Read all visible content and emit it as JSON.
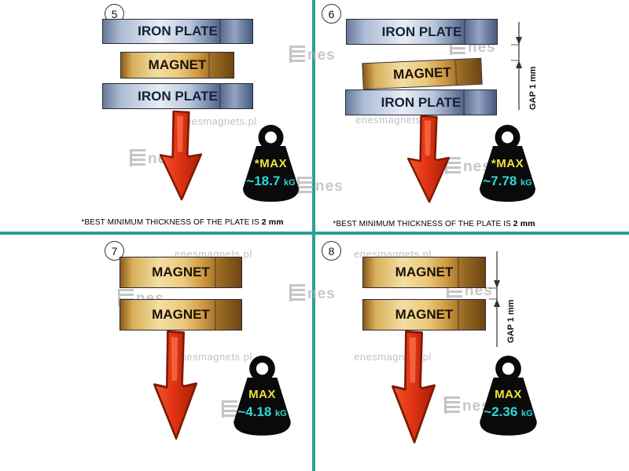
{
  "watermark": {
    "url": "enesmagnets.pl",
    "logo_suffix": "nes"
  },
  "colors": {
    "divider": "#2aa094",
    "arrow": "#e23314",
    "iron_plate": "#9fb2cc",
    "magnet": "#d9a94e",
    "max_label": "#efe23a",
    "value_text": "#2fd8d8",
    "weight_body": "#0a0a0a"
  },
  "panels": [
    {
      "number": "5",
      "layers": [
        "IRON PLATE",
        "MAGNET",
        "IRON PLATE"
      ],
      "weight_max": "*MAX",
      "weight_value": "~18.7",
      "weight_unit": "kG",
      "footnote_text": "*BEST MINIMUM THICKNESS OF THE PLATE IS",
      "footnote_bold": "2 mm"
    },
    {
      "number": "6",
      "layers": [
        "IRON PLATE",
        "MAGNET",
        "IRON PLATE"
      ],
      "gap_label": "GAP 1 mm",
      "weight_max": "*MAX",
      "weight_value": "~7.78",
      "weight_unit": "kG",
      "footnote_text": "*BEST MINIMUM THICKNESS OF THE PLATE IS",
      "footnote_bold": "2 mm"
    },
    {
      "number": "7",
      "layers": [
        "MAGNET",
        "MAGNET"
      ],
      "weight_max": "MAX",
      "weight_value": "~4.18",
      "weight_unit": "kG"
    },
    {
      "number": "8",
      "layers": [
        "MAGNET",
        "MAGNET"
      ],
      "gap_label": "GAP 1 mm",
      "weight_max": "MAX",
      "weight_value": "~2.36",
      "weight_unit": "kG"
    }
  ]
}
